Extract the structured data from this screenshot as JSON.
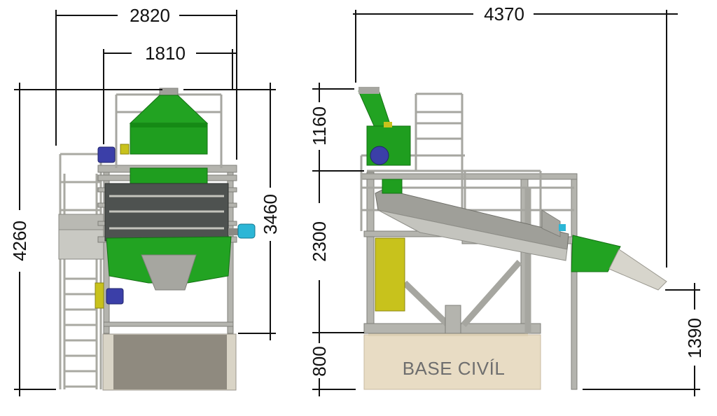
{
  "colors": {
    "machine_green": "#1f9e1f",
    "green_dark": "#137013",
    "frame_gray": "#b4b4ae",
    "frame_dark": "#8d8d86",
    "motor_blue": "#3b3fa8",
    "motor_cyan": "#2cb6d6",
    "chute_olive": "#c8c21c",
    "concrete": "#e8dcc4",
    "dimension_line": "#111111"
  },
  "front_view": {
    "dim_width_total": "2820",
    "dim_width_screen": "1810",
    "dim_height_total": "4260",
    "dim_height_machine": "3460"
  },
  "side_view": {
    "dim_length_total": "4370",
    "dim_height_top": "1160",
    "dim_height_middle": "2300",
    "dim_height_base": "800",
    "dim_discharge_height": "1390",
    "base_label": "BASE CIVÍL"
  }
}
